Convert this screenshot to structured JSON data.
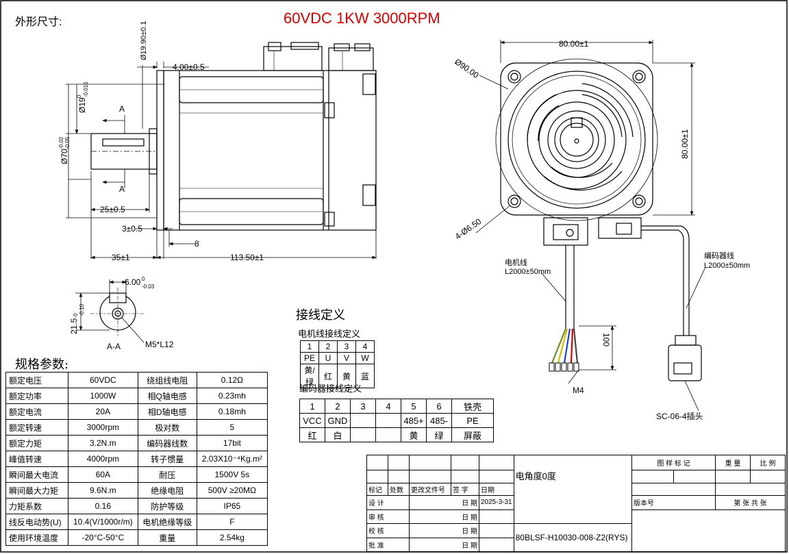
{
  "header": {
    "outline_label": "外形尺寸:",
    "title": "60VDC 1KW 3000RPM"
  },
  "side_view": {
    "shaft_dia": "Ø19",
    "shaft_dia_tol_upper": "0",
    "shaft_dia_tol_lower": "-0.015",
    "flange_dia": "Ø70",
    "flange_dia_tol_upper": "-0.02",
    "flange_dia_tol_lower": "-0.05",
    "pilot_dia": "Ø19.90±0.1",
    "dim_4": "4.00±0.5",
    "dim_25": "25±0.5",
    "dim_3": "3±0.5",
    "dim_8": "8",
    "dim_35": "35±1",
    "dim_113": "113.50±1",
    "section_mark": "A"
  },
  "section_view": {
    "key_width": "6.00",
    "key_tol_upper": "0",
    "key_tol_lower": "-0.03",
    "height": "21.5",
    "height_tol_upper": "0",
    "height_tol_lower": "-0.10",
    "thread": "M5*L12",
    "label": "A-A"
  },
  "front_view": {
    "width_top": "80.00±1",
    "height_right": "80.00±1",
    "outer_dia": "Ø90.00",
    "holes": "4-Ø6.50",
    "motor_cable": "电机线",
    "motor_cable_len": "L2000±50mm",
    "encoder_cable": "编码器线",
    "encoder_cable_len": "L2000±50mm",
    "lead_len": "100",
    "terminal": "M4",
    "connector": "SC-06-4插头"
  },
  "wiring": {
    "title": "接线定义",
    "motor_sub": "电机线接线定义",
    "motor_rows": [
      [
        "1",
        "2",
        "3",
        "4"
      ],
      [
        "PE",
        "U",
        "V",
        "W"
      ],
      [
        "黄/绿",
        "红",
        "黄",
        "蓝"
      ]
    ],
    "encoder_sub": "编码器接线定义",
    "encoder_rows": [
      [
        "1",
        "2",
        "3",
        "4",
        "5",
        "6",
        "铁壳"
      ],
      [
        "VCC",
        "GND",
        "",
        "",
        "485+",
        "485-",
        "PE"
      ],
      [
        "红",
        "白",
        "",
        "",
        "黄",
        "绿",
        "屏蔽"
      ]
    ]
  },
  "specs": {
    "title": "规格参数:",
    "rows": [
      [
        "额定电压",
        "60VDC",
        "绕组线电阻",
        "0.12Ω"
      ],
      [
        "额定功率",
        "1000W",
        "相Q轴电感",
        "0.23mh"
      ],
      [
        "额定电流",
        "20A",
        "相D轴电感",
        "0.18mh"
      ],
      [
        "额定转速",
        "3000rpm",
        "极对数",
        "5"
      ],
      [
        "额定力矩",
        "3.2N.m",
        "编码器线数",
        "17bit"
      ],
      [
        "峰值转速",
        "4000rpm",
        "转子惯量",
        "2.03X10⁻⁴Kg.m²"
      ],
      [
        "瞬间最大电流",
        "60A",
        "耐压",
        "1500V 5s"
      ],
      [
        "瞬间最大力矩",
        "9.6N.m",
        "绝缘电阻",
        "500V ≥20MΩ"
      ],
      [
        "力矩系数",
        "0.16",
        "防护等级",
        "IP65"
      ],
      [
        "线反电动势(U)",
        "10.4(V/1000r/m)",
        "电机绝缘等级",
        "F"
      ],
      [
        "使用环境温度",
        "-20°C-50°C",
        "重量",
        "2.54kg"
      ]
    ]
  },
  "title_block": {
    "h_mark": "标记",
    "h_count": "处数",
    "h_doc": "更改文件号",
    "h_sign": "签 字",
    "h_date": "日期",
    "design": "设 计",
    "review": "审 核",
    "check": "校 核",
    "approve": "批 准",
    "date_lbl": "日 期",
    "date_val": "2025-3-31",
    "note": "电角度0度",
    "model": "80BLSF-H10030-008-Z2(RYS)",
    "pattern": "图 样 标 记",
    "weight": "重 量",
    "scale": "比 例",
    "version": "版本号",
    "sheet": "第 张 共 张"
  }
}
